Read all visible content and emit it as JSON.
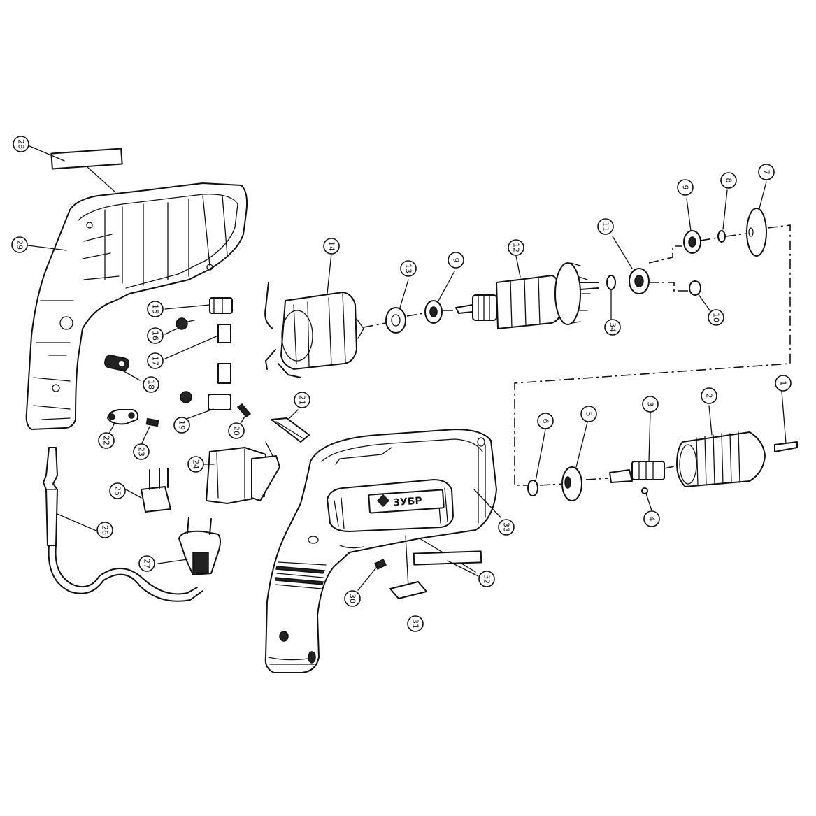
{
  "brand_label": "ЗУБР",
  "parts": [
    {
      "id": "1",
      "label": "1"
    },
    {
      "id": "2",
      "label": "2"
    },
    {
      "id": "3",
      "label": "3"
    },
    {
      "id": "4",
      "label": "4"
    },
    {
      "id": "5",
      "label": "5"
    },
    {
      "id": "6",
      "label": "6"
    },
    {
      "id": "7",
      "label": "7"
    },
    {
      "id": "8",
      "label": "8"
    },
    {
      "id": "9a",
      "label": "9"
    },
    {
      "id": "9b",
      "label": "9"
    },
    {
      "id": "10",
      "label": "10"
    },
    {
      "id": "11",
      "label": "11"
    },
    {
      "id": "12",
      "label": "12"
    },
    {
      "id": "13",
      "label": "13"
    },
    {
      "id": "14",
      "label": "14"
    },
    {
      "id": "15",
      "label": "15"
    },
    {
      "id": "16",
      "label": "16"
    },
    {
      "id": "17",
      "label": "17"
    },
    {
      "id": "18",
      "label": "18"
    },
    {
      "id": "19",
      "label": "19"
    },
    {
      "id": "20",
      "label": "20"
    },
    {
      "id": "21",
      "label": "21"
    },
    {
      "id": "22",
      "label": "22"
    },
    {
      "id": "23",
      "label": "23"
    },
    {
      "id": "24",
      "label": "24"
    },
    {
      "id": "25",
      "label": "25"
    },
    {
      "id": "26",
      "label": "26"
    },
    {
      "id": "27",
      "label": "27"
    },
    {
      "id": "28",
      "label": "28"
    },
    {
      "id": "29",
      "label": "29"
    },
    {
      "id": "30",
      "label": "30"
    },
    {
      "id": "31",
      "label": "31"
    },
    {
      "id": "32",
      "label": "32"
    },
    {
      "id": "33",
      "label": "33"
    },
    {
      "id": "34",
      "label": "34"
    }
  ]
}
